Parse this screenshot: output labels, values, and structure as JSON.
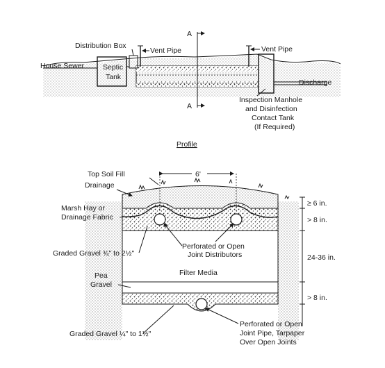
{
  "profile": {
    "section_marker": "A",
    "labels": {
      "distribution_box": "Distribution Box",
      "vent_pipe_left": "Vent Pipe",
      "vent_pipe_right": "Vent Pipe",
      "house_sewer": "House Sewer",
      "septic_tank": "Septic",
      "septic_tank_2": "Tank",
      "discharge": "Discharge",
      "inspection_1": "Inspection Manhole",
      "inspection_2": "and Disinfection",
      "inspection_3": "Contact Tank",
      "inspection_4": "(If Required)"
    },
    "caption": "Profile"
  },
  "section": {
    "width_dim": "6'",
    "labels": {
      "top_soil": "Top Soil Fill",
      "drainage": "Drainage",
      "marsh_hay_1": "Marsh Hay or",
      "marsh_hay_2": "Drainage Fabric",
      "graded_gravel_top": "Graded Gravel ¾\" to 2½\"",
      "perforated_1": "Perforated or Open",
      "perforated_2": "Joint Distributors",
      "filter_media": "Filter Media",
      "pea_1": "Pea",
      "pea_2": "Gravel",
      "graded_gravel_bottom": "Graded Gravel ¼\" to 1½\"",
      "pipe_1": "Perforated or Open",
      "pipe_2": "Joint Pipe, Tarpaper",
      "pipe_3": "Over Open Joints"
    },
    "dimensions": {
      "d1": "≥ 6 in.",
      "d2": "> 8 in.",
      "d3": "24-36 in.",
      "d4": "> 8 in."
    }
  }
}
